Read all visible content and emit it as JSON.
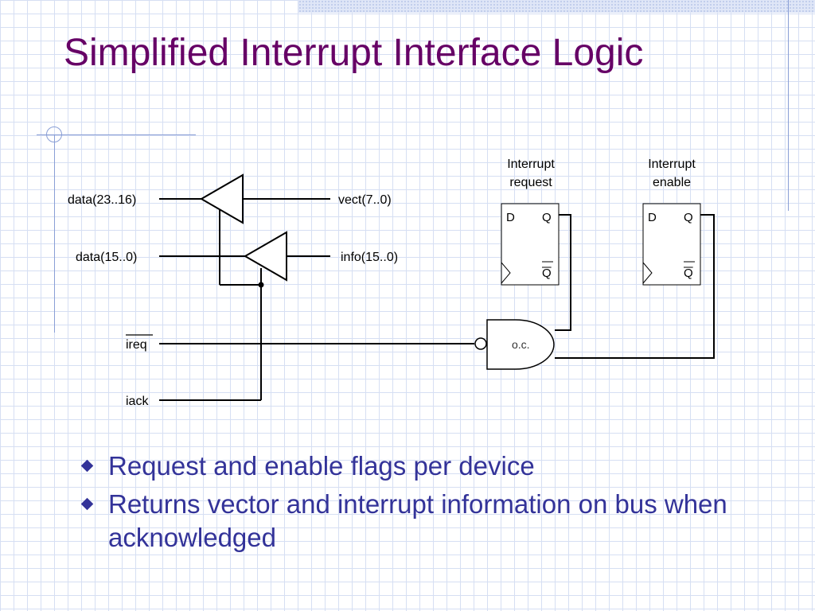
{
  "slide": {
    "title": "Simplified Interrupt Interface Logic"
  },
  "diagram": {
    "signals": {
      "data_hi": "data(23..16)",
      "data_lo": "data(15..0)",
      "vect": "vect(7..0)",
      "info": "info(15..0)",
      "ireq": "ireq",
      "iack": "iack"
    },
    "flipflops": [
      {
        "title_line1": "Interrupt",
        "title_line2": "request",
        "pin_d": "D",
        "pin_q": "Q",
        "pin_qbar": "Q"
      },
      {
        "title_line1": "Interrupt",
        "title_line2": "enable",
        "pin_d": "D",
        "pin_q": "Q",
        "pin_qbar": "Q"
      }
    ],
    "gate_label": "o.c."
  },
  "bullets": [
    {
      "text": "Request and enable flags per device"
    },
    {
      "text": "Returns vector and interrupt information on bus when acknowledged"
    }
  ],
  "colors": {
    "title": "#660066",
    "bullet_text": "#333399",
    "grid": "#d6dff3",
    "decor_line": "#8a9fd6"
  }
}
